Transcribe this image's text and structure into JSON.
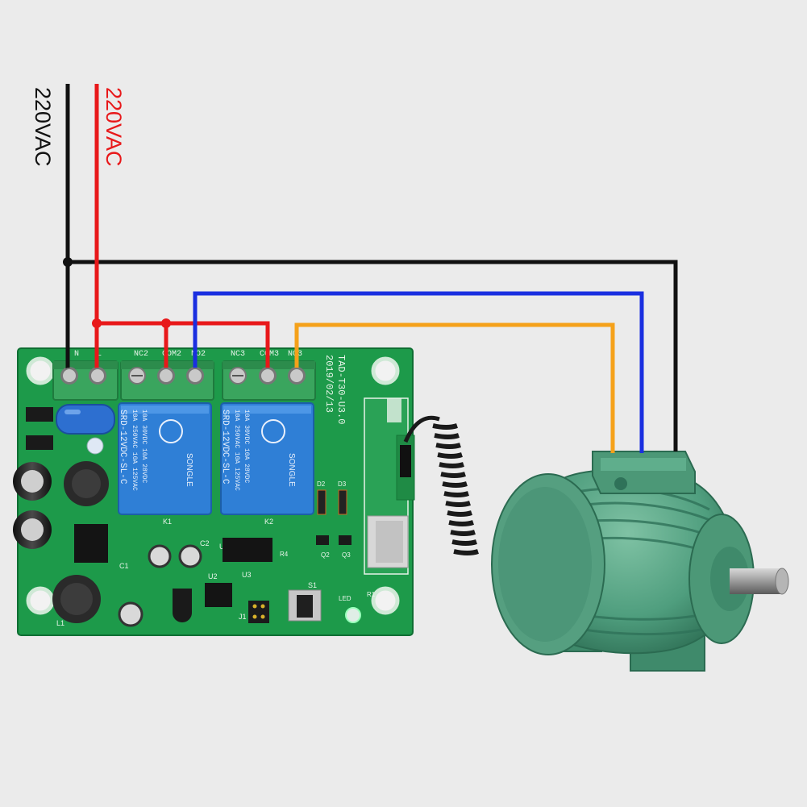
{
  "labels": {
    "supply_neutral": "220VAC",
    "supply_live": "220VAC",
    "terminal_n": "N",
    "terminal_l": "L",
    "terminal_nc2": "NC2",
    "terminal_com2": "COM2",
    "terminal_no2": "NO2",
    "terminal_nc3": "NC3",
    "terminal_com3": "COM3",
    "terminal_no3": "NO3",
    "board_model": "TAD-T30-U3.0",
    "board_date": "2019/02/13",
    "relay_brand": "SONGLE",
    "relay_rating_1": "10A 250VAC  10A 125VAC",
    "relay_rating_2": "10A 30VDC  10A 28VDC",
    "relay_model": "SRD-12VDC-SL-C",
    "relay1_ref": "K1",
    "relay2_ref": "K2",
    "ref_s1": "S1",
    "ref_led": "LED",
    "ref_r1": "R1",
    "ref_q2": "Q2",
    "ref_q3": "Q3",
    "ref_d2": "D2",
    "ref_d3": "D3",
    "ref_u1": "U1",
    "ref_u2": "U2",
    "ref_u3": "U3",
    "ref_c1": "C1",
    "ref_c2": "C2",
    "ref_l1": "L1",
    "ref_j1": "J1",
    "ref_r4": "R4"
  },
  "colors": {
    "neutral_wire": "#111111",
    "live_wire": "#e8181a",
    "relay1_wire": "#1a2fe0",
    "relay2_wire": "#f5a11a",
    "pcb": "#1d9a4a",
    "relay_body": "#2f7fd6",
    "terminal": "#3aa55e",
    "motor": "#4f9e7e",
    "background": "#ebebeb"
  },
  "icons": {
    "relay_module": "relay-board-icon",
    "motor": "electric-motor-icon",
    "antenna": "spring-antenna-icon"
  }
}
